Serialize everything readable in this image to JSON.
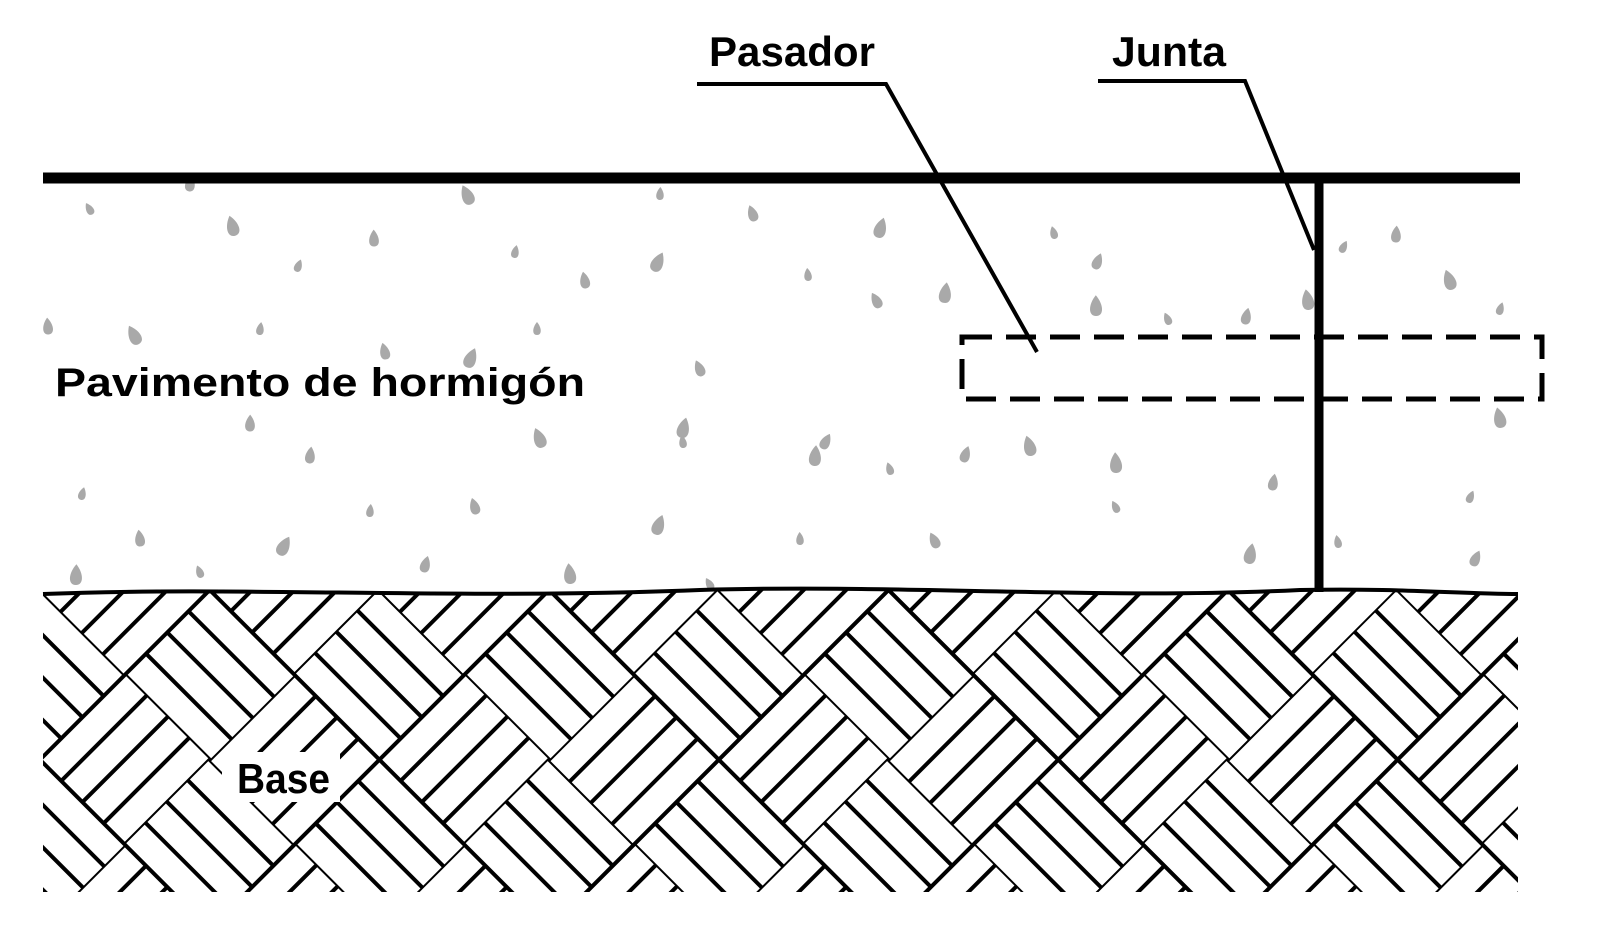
{
  "labels": {
    "dowel": "Pasador",
    "joint": "Junta",
    "slab": "Pavimento de hormigón",
    "base": "Base"
  },
  "colors": {
    "line": "#000000",
    "aggregate": "#a9a9a9",
    "background": "#ffffff"
  }
}
